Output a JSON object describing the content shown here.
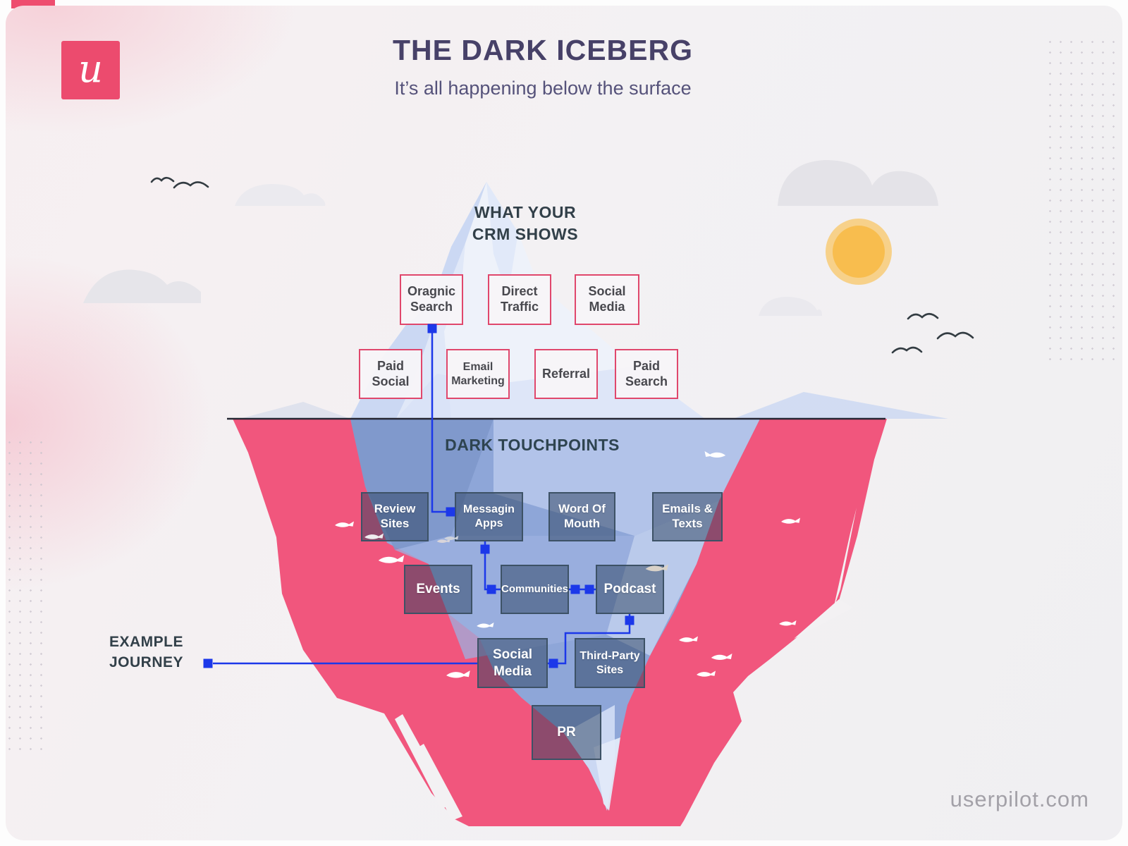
{
  "header": {
    "title": "THE DARK ICEBERG",
    "subtitle": "It’s all happening below the surface"
  },
  "logo": {
    "letter": "u"
  },
  "surface_section": {
    "label": "WHAT YOUR\nCRM SHOWS",
    "boxes": [
      "Oragnic Search",
      "Direct Traffic",
      "Social Media",
      "Paid Social",
      "Email Marketing",
      "Referral",
      "Paid Search"
    ]
  },
  "dark_section": {
    "label": "DARK TOUCHPOINTS",
    "boxes": [
      "Review Sites",
      "Messagin Apps",
      "Word Of Mouth",
      "Emails & Texts",
      "Events",
      "Communities",
      "Podcast",
      "Social Media",
      "Third-Party Sites",
      "PR"
    ]
  },
  "journey": {
    "label": "EXAMPLE\nJOURNEY"
  },
  "footer": {
    "website": "userpilot.com"
  },
  "colors": {
    "brand_pink": "#ec4b6e",
    "water_pink": "#f1567d",
    "journey_blue": "#1c38e9",
    "iceberg_blue": "#8ea6d8",
    "box_border_pink": "#e0476c",
    "title_text": "#474168",
    "heading_text": "#324049",
    "sun_yellow": "#f8bd4e"
  }
}
